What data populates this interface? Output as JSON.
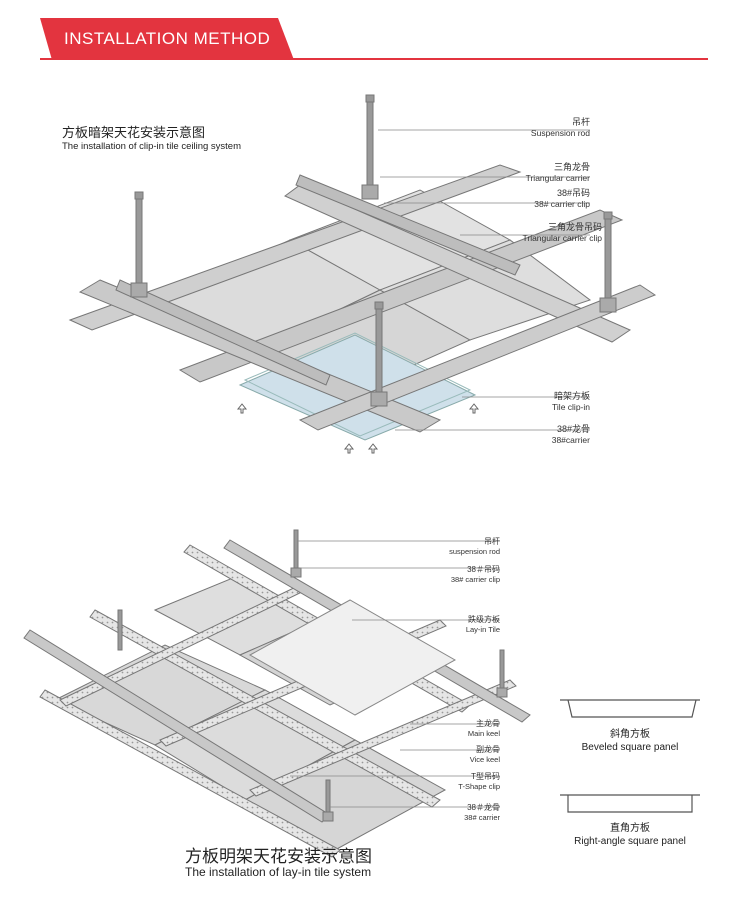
{
  "header": {
    "title": "INSTALLATION METHOD",
    "accent_color": "#e3343f"
  },
  "diagram1": {
    "title_cn": "方板暗架天花安装示意图",
    "title_en": "The installation of clip-in tile ceiling system",
    "labels": [
      {
        "cn": "吊杆",
        "en": "Suspension rod"
      },
      {
        "cn": "三角龙骨",
        "en": "Triangular carrier"
      },
      {
        "cn": "38#吊码",
        "en": "38# carrier clip"
      },
      {
        "cn": "三角龙骨吊码",
        "en": "Triangular carrier clip"
      },
      {
        "cn": "暗架方板",
        "en": "Tile clip-in"
      },
      {
        "cn": "38#龙骨",
        "en": "38#carrier"
      }
    ]
  },
  "diagram2": {
    "title_cn": "方板明架天花安装示意图",
    "title_en": "The installation of lay-in tile system",
    "labels": [
      {
        "cn": "吊杆",
        "en": "suspension rod"
      },
      {
        "cn": "38＃吊码",
        "en": "38# carrier clip"
      },
      {
        "cn": "跌级方板",
        "en": "Lay-in Tile"
      },
      {
        "cn": "主龙骨",
        "en": "Main keel"
      },
      {
        "cn": "副龙骨",
        "en": "Vice keel"
      },
      {
        "cn": "T型吊码",
        "en": "T-Shape clip"
      },
      {
        "cn": "38＃龙骨",
        "en": "38# carrier"
      }
    ]
  },
  "panels": [
    {
      "cn": "斜角方板",
      "en": "Beveled square panel"
    },
    {
      "cn": "直角方板",
      "en": "Right-angle square panel"
    }
  ]
}
